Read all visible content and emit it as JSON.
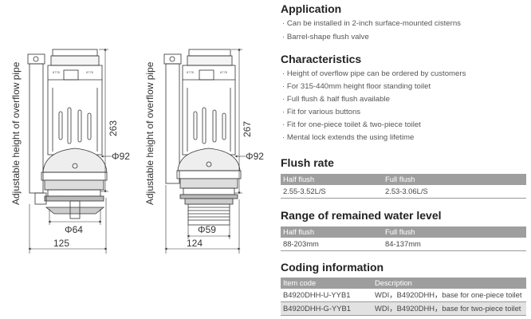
{
  "drawing": {
    "left_view": {
      "side_label": "Adjustable height of overflow pipe",
      "height_dim": "263",
      "diameter_dim": "Φ92",
      "base_diameter_dim": "Φ64",
      "width_dim": "125"
    },
    "right_view": {
      "side_label": "Adjustable height of overflow pipe",
      "height_dim": "267",
      "diameter_dim": "Φ92",
      "base_diameter_dim": "Φ59",
      "width_dim": "124"
    }
  },
  "application": {
    "title": "Application",
    "items": [
      "· Can be installed in 2-inch surface-mounted cisterns",
      "· Barrel-shape flush valve"
    ]
  },
  "characteristics": {
    "title": "Characteristics",
    "items": [
      "· Height of overflow pipe can be ordered by customers",
      "· For 315-440mm height floor standing toilet",
      "· Full flush & half flush available",
      "· Fit for various buttons",
      "· Fit for one-piece toilet & two-piece toilet",
      "· Mental lock extends the using lifetime"
    ]
  },
  "flush_rate": {
    "title": "Flush rate",
    "headers": [
      "Half flush",
      "Full flush"
    ],
    "values": [
      "2.55-3.52L/S",
      "2.53-3.06L/S"
    ]
  },
  "water_level": {
    "title": "Range of remained water level",
    "headers": [
      "Half flush",
      "Full flush"
    ],
    "values": [
      "88-203mm",
      "84-137mm"
    ]
  },
  "coding": {
    "title": "Coding information",
    "headers": [
      "Item code",
      "Description"
    ],
    "rows": [
      [
        "B4920DHH-U-YYB1",
        "WDI，B4920DHH，base for one-piece toilet"
      ],
      [
        "B4920DHH-G-YYB1",
        "WDI，B4920DHH，base for two-piece toilet"
      ]
    ]
  }
}
